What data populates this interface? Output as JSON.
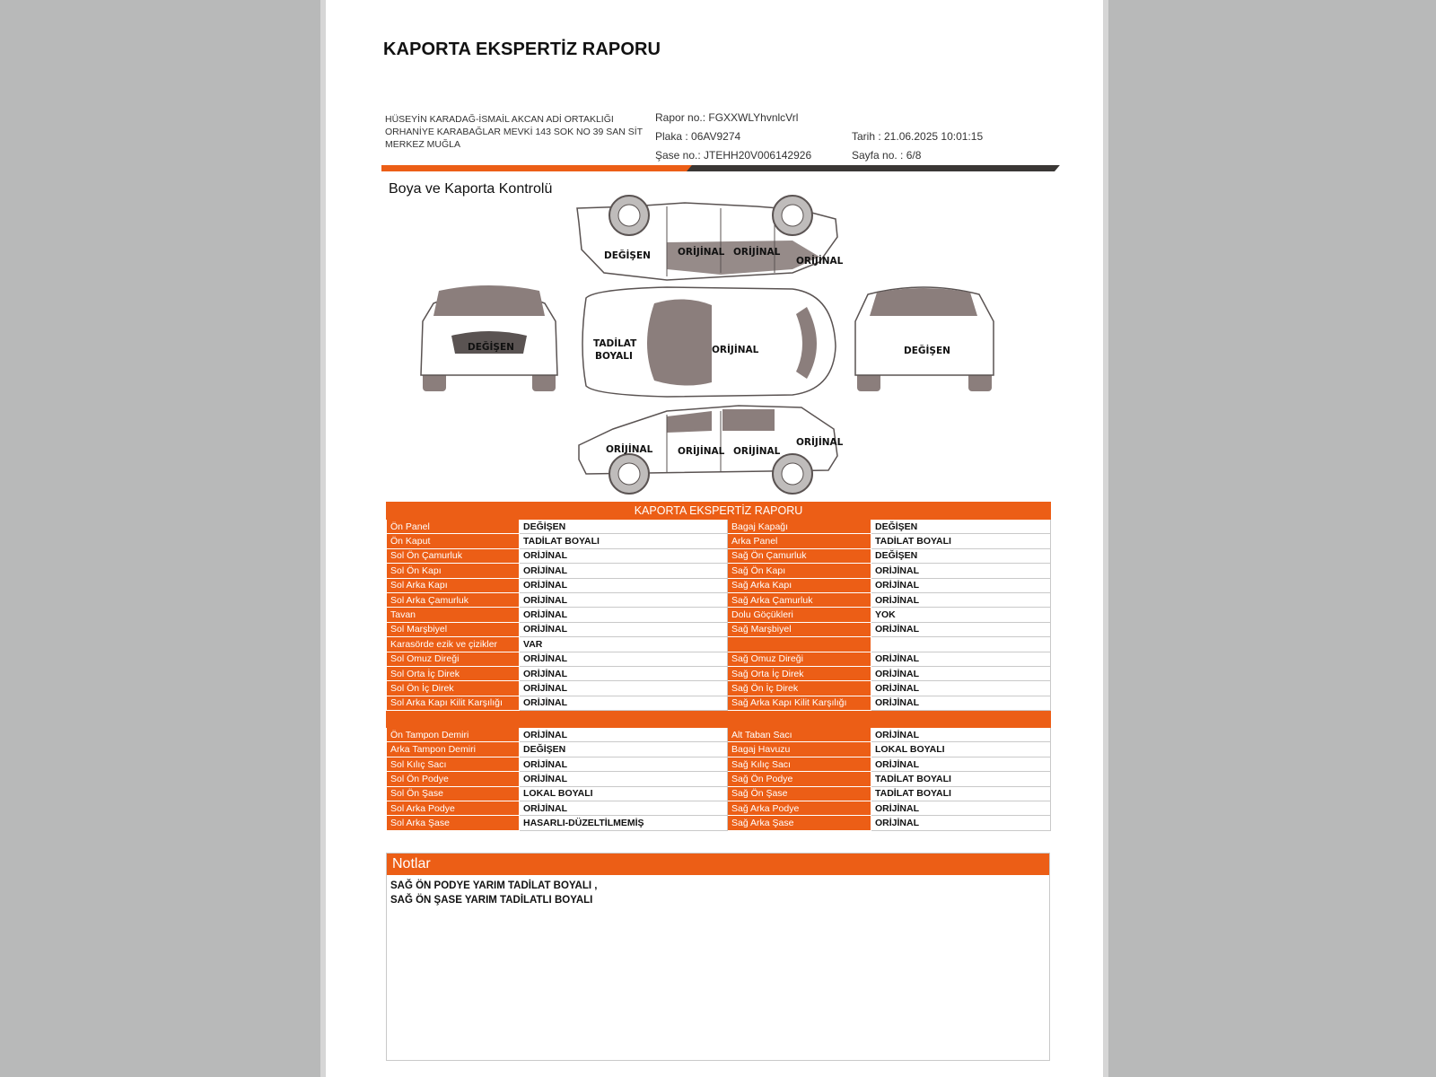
{
  "title": "KAPORTA EKSPERTİZ RAPORU",
  "company": {
    "line1": "HÜSEYİN KARADAĞ-İSMAİL AKCAN ADİ ORTAKLIĞI",
    "line2": "ORHANİYE KARABAĞLAR MEVKİ 143 SOK  NO 39 SAN  SİT",
    "line3": "MERKEZ MUĞLA"
  },
  "info": {
    "rapor_no": "Rapor no.: FGXXWLYhvnlcVrl",
    "plaka": "Plaka : 06AV9274",
    "sase_no": "Şase no.: JTEHH20V006142926",
    "tarih": "Tarih : 21.06.2025 10:01:15",
    "sayfa": "Sayfa no. : 6/8"
  },
  "section_title": "Boya ve Kaporta Kontrolü",
  "diagram": {
    "top_view": [
      "DEĞİŞEN",
      "ORİJİNAL",
      "ORİJİNAL",
      "ORİJİNAL"
    ],
    "front_view": "DEĞİŞEN",
    "roof_view": [
      "TADİLAT",
      "BOYALI",
      "ORİJİNAL"
    ],
    "rear_view": "DEĞİŞEN",
    "bottom_view": [
      "ORİJİNAL",
      "ORİJİNAL",
      "ORİJİNAL",
      "ORİJİNAL"
    ]
  },
  "table": {
    "header": "KAPORTA EKSPERTİZ RAPORU",
    "group1": [
      [
        "Ön Panel",
        "DEĞİŞEN",
        "Bagaj Kapağı",
        "DEĞİŞEN"
      ],
      [
        "Ön Kaput",
        "TADİLAT BOYALI",
        "Arka Panel",
        "TADİLAT BOYALI"
      ],
      [
        "Sol Ön Çamurluk",
        "ORİJİNAL",
        "Sağ Ön Çamurluk",
        "DEĞİŞEN"
      ],
      [
        "Sol Ön Kapı",
        "ORİJİNAL",
        "Sağ Ön Kapı",
        "ORİJİNAL"
      ],
      [
        "Sol Arka Kapı",
        "ORİJİNAL",
        "Sağ Arka Kapı",
        "ORİJİNAL"
      ],
      [
        "Sol Arka Çamurluk",
        "ORİJİNAL",
        "Sağ Arka Çamurluk",
        "ORİJİNAL"
      ],
      [
        "Tavan",
        "ORİJİNAL",
        "Dolu Göçükleri",
        "YOK"
      ],
      [
        "Sol Marşbiyel",
        "ORİJİNAL",
        "Sağ Marşbiyel",
        "ORİJİNAL"
      ],
      [
        "Karasörde ezik ve çizikler",
        "VAR",
        "",
        ""
      ],
      [
        "Sol Omuz Direği",
        "ORİJİNAL",
        "Sağ Omuz Direği",
        "ORİJİNAL"
      ],
      [
        "Sol Orta İç Direk",
        "ORİJİNAL",
        "Sağ Orta İç Direk",
        "ORİJİNAL"
      ],
      [
        "Sol Ön İç Direk",
        "ORİJİNAL",
        "Sağ Ön İç Direk",
        "ORİJİNAL"
      ],
      [
        "Sol Arka Kapı Kilit Karşılığı",
        "ORİJİNAL",
        "Sağ Arka Kapı Kilit Karşılığı",
        "ORİJİNAL"
      ]
    ],
    "group2": [
      [
        "Ön Tampon Demiri",
        "ORİJİNAL",
        "Alt Taban Sacı",
        "ORİJİNAL"
      ],
      [
        "Arka Tampon Demiri",
        "DEĞİŞEN",
        "Bagaj Havuzu",
        "LOKAL BOYALI"
      ],
      [
        "Sol Kılıç Sacı",
        "ORİJİNAL",
        "Sağ Kılıç Sacı",
        "ORİJİNAL"
      ],
      [
        "Sol Ön Podye",
        "ORİJİNAL",
        "Sağ Ön Podye",
        "TADİLAT BOYALI"
      ],
      [
        "Sol Ön Şase",
        "LOKAL BOYALI",
        "Sağ Ön Şase",
        "TADİLAT BOYALI"
      ],
      [
        "Sol Arka Podye",
        "ORİJİNAL",
        "Sağ Arka Podye",
        "ORİJİNAL"
      ],
      [
        "Sol Arka Şase",
        "HASARLI-DÜZELTİLMEMİŞ",
        "Sağ Arka Şase",
        "ORİJİNAL"
      ]
    ]
  },
  "notes": {
    "title": "Notlar",
    "line1": "SAĞ ÖN PODYE YARIM TADİLAT BOYALI ,",
    "line2": "SAĞ ÖN ŞASE YARIM TADİLATLI BOYALI"
  }
}
